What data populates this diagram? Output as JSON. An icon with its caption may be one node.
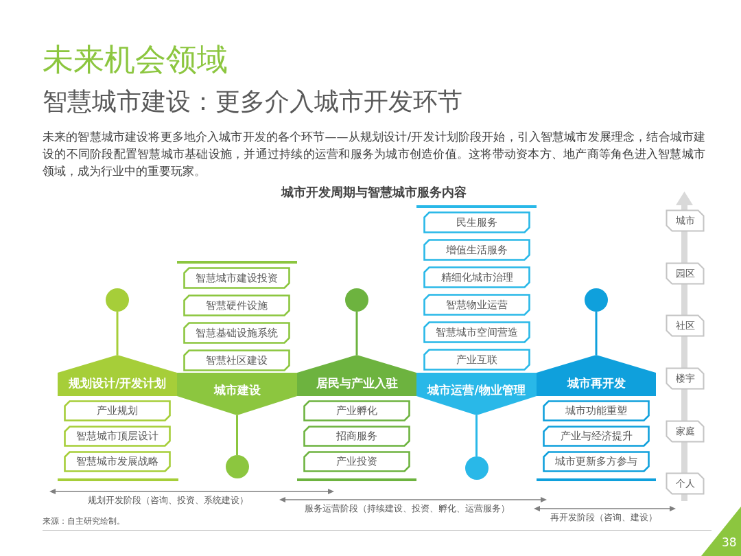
{
  "diagram": {
    "title": "未来机会领域",
    "nodes": [
      {
        "text": [
          "规划设计/开发计划"
        ]
      },
      {
        "text": [],
        "shape": "circle"
      },
      {
        "text": [
          "产业规划"
        ]
      },
      {
        "text": [
          "智慧城市顶层设计"
        ]
      },
      {
        "text": [
          "智慧城市发展战略"
        ]
      },
      {
        "text": [
          "城市建设"
        ]
      },
      {
        "text": [],
        "shape": "circle"
      },
      {
        "text": [
          "智慧城市建设投资"
        ]
      },
      {
        "text": [
          "智慧硬件设施"
        ]
      },
      {
        "text": [
          "智慧基础设施系统"
        ]
      },
      {
        "text": [
          "智慧社区建设"
        ]
      },
      {
        "text": [
          "居民与产业入驻"
        ]
      },
      {
        "text": [],
        "shape": "circle"
      },
      {
        "text": [
          "产业孵化"
        ]
      },
      {
        "text": [
          "招商服务"
        ]
      },
      {
        "text": [
          "产业投资"
        ]
      },
      {
        "text": [
          "城市运营/物业管理"
        ]
      },
      {
        "text": [],
        "shape": "circle"
      },
      {
        "text": [
          "民生服务"
        ]
      },
      {
        "text": [
          "增值生活服务"
        ]
      },
      {
        "text": [
          "精细化城市治理"
        ]
      },
      {
        "text": [
          "智慧物业运营"
        ]
      },
      {
        "text": [
          "智慧城市空间营造"
        ]
      },
      {
        "text": [
          "产业互联"
        ]
      },
      {
        "text": [
          "城市再开发"
        ]
      },
      {
        "text": [],
        "shape": "circle"
      },
      {
        "text": [
          "城市功能重塑"
        ]
      },
      {
        "text": [
          "产业与经济提升"
        ]
      },
      {
        "text": [
          "城市更新多方参与"
        ]
      },
      {
        "text": [
          "城市"
        ]
      },
      {
        "text": [
          "园区"
        ]
      },
      {
        "text": [
          "社区"
        ]
      },
      {
        "text": [
          "楼宇"
        ]
      },
      {
        "text": [
          "家庭"
        ]
      },
      {
        "text": [
          "个人"
        ]
      }
    ],
    "edges": [
      {
        "from": 0,
        "to": 1,
        "arrow": "none",
        "color": "#a6ce39"
      },
      {
        "from": 5,
        "to": 6,
        "arrow": "none",
        "color": "#8cc63f"
      },
      {
        "from": 11,
        "to": 12,
        "arrow": "none",
        "color": "#6db33f"
      },
      {
        "from": 16,
        "to": 17,
        "arrow": "none",
        "color": "#29b8e8"
      },
      {
        "from": 24,
        "to": 25,
        "arrow": "none",
        "color": "#0fa0dc"
      }
    ],
    "labels": [
      "智慧城市建设：更多介入城市开发环节",
      "未来的智慧城市建设将更多地介入城市开发的各个环节——从规划设计/开发计划阶段开始，引入智慧城市发展理念，结合城市建设的不同阶段配置智慧城市基础设施，并通过持续的运营和服务为城市创造价值。这将带动资本方、地产商等角色进入智慧城市领域，成为行业中的重要玩家。",
      "城市开发周期与智慧城市服务内容",
      "规划开发阶段（咨询、投资、系统建设）",
      "服务运营阶段（持续建设、投资、孵化、运营服务）",
      "再开发阶段（咨询、建设）",
      "来源：自主研究绘制。",
      "38"
    ]
  }
}
